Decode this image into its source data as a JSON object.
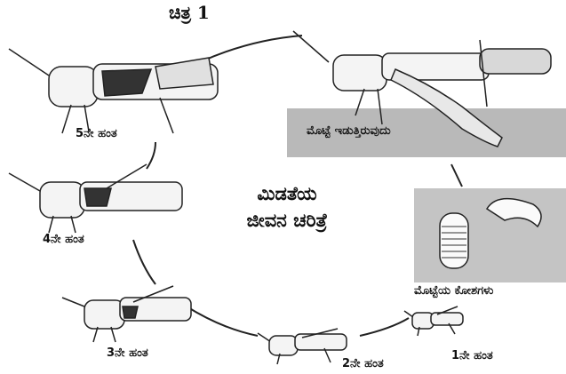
{
  "figure_title": "ಚಿತ್ರ 1",
  "center_title": {
    "line1": "ಮಿಡತೆಯ",
    "line2": "ಜೀವನ ಚರಿತ್ರೆ"
  },
  "labels": {
    "egg_laying": "ಮೊಟ್ಟೆ ಇಡುತ್ತಿರುವುದು",
    "egg_pods": "ಮೊಟ್ಟೆಯ ಕೋಶಗಳು",
    "stage1": "1ನೇ ಹಂತ",
    "stage2": "2ನೇ ಹಂತ",
    "stage3": "3ನೇ ಹಂತ",
    "stage4": "4ನೇ ಹಂತ",
    "stage5": "5ನೇ ಹಂತ"
  }
}
